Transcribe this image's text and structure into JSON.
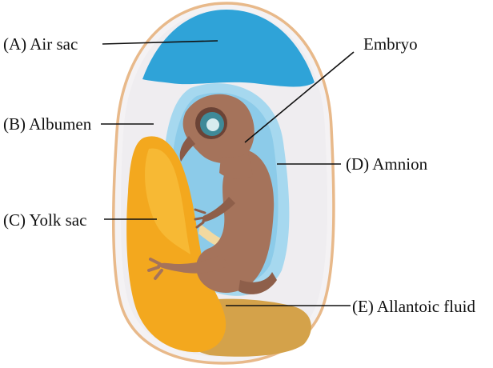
{
  "labels": {
    "air_sac": "(A) Air sac",
    "albumen": "(B) Albumen",
    "yolk_sac": "(C) Yolk sac",
    "amnion": "(D) Amnion",
    "allantoic_fluid": "(E) Allantoic fluid",
    "embryo": "Embryo"
  },
  "colors": {
    "shell_outline": "#e8b98a",
    "albumen": "#f3f1f3",
    "air_sac": "#2fa3d8",
    "amnion": "#a6d8ef",
    "amnion_inner": "#8ccbe9",
    "yolk": "#f3a81e",
    "yolk_light": "#f7bd3a",
    "allantois": "#d4a24a",
    "embryo": "#a5735b",
    "embryo_dark": "#8e5f4a",
    "eye_ring": "#6b4336",
    "eye": "#3f8a98",
    "beak": "#8a5a48"
  }
}
